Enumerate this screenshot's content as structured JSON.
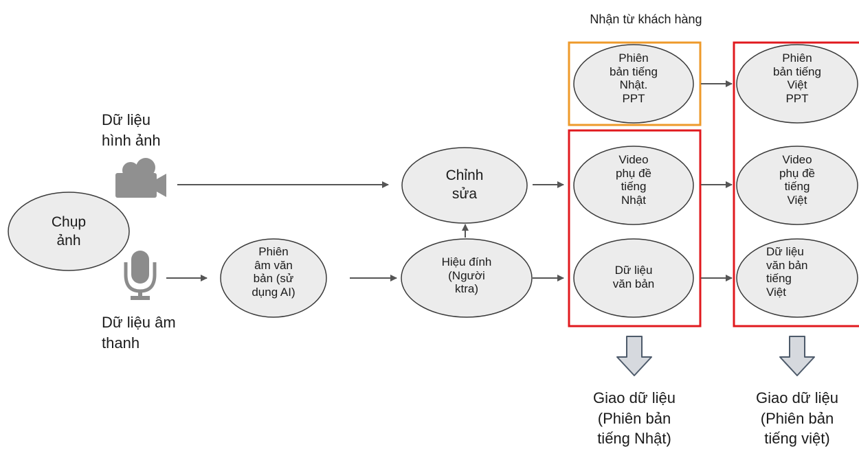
{
  "header": {
    "customer_label": "Nhận từ khách hàng"
  },
  "inputs": {
    "image_data": "Dữ liệu\nhình ảnh",
    "audio_data": "Dữ liệu âm\nthanh"
  },
  "nodes": {
    "capture": "Chụp\nảnh",
    "transcription": "Phiên\nâm văn\nbản (sử\ndụng AI)",
    "editing": "Chỉnh\nsửa",
    "proofreading": "Hiệu đính\n(Người\nktra)",
    "jp_ppt": "Phiên\nbản tiếng\nNhật.\nPPT",
    "jp_video": "Video\nphụ đề\ntiếng\nNhật",
    "jp_text": "Dữ liệu\nvăn bản",
    "vn_ppt": "Phiên\nbản tiếng\nViệt\nPPT",
    "vn_video": "Video\nphụ đề\ntiếng\nViệt",
    "vn_text": "Dữ liệu\nvăn bản\ntiếng\nViệt"
  },
  "deliveries": {
    "japanese": "Giao dữ liệu\n(Phiên bản\ntiếng Nhật)",
    "vietnamese": "Giao dữ liệu\n(Phiên bản\ntiếng việt)"
  },
  "colors": {
    "ellipse_fill": "#ececec",
    "ellipse_stroke": "#3a3a3a",
    "arrow": "#555555",
    "customer_box": "#ee9a2a",
    "delivery_box": "#e0191e",
    "delivery_arrow_fill": "#d6d9de",
    "delivery_arrow_stroke": "#4d5a6a",
    "icon": "#909090"
  },
  "icons": [
    "video-camera-icon",
    "microphone-icon",
    "down-arrow-icon"
  ]
}
